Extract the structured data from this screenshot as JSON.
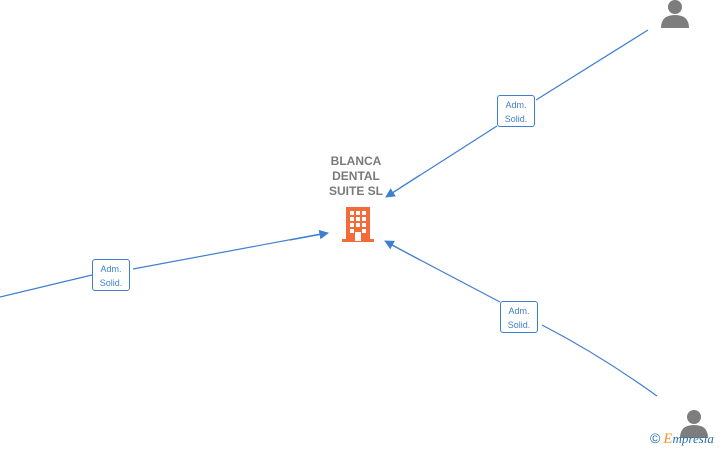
{
  "center": {
    "name": "BLANCA\nDENTAL\nSUITE  SL",
    "icon": "building-icon",
    "color": "#f26b38"
  },
  "edges": [
    {
      "id": "top-right",
      "label_line1": "Adm.",
      "label_line2": "Solid."
    },
    {
      "id": "left",
      "label_line1": "Adm.",
      "label_line2": "Solid."
    },
    {
      "id": "bottom-right",
      "label_line1": "Adm.",
      "label_line2": "Solid."
    }
  ],
  "persons": [
    {
      "id": "top-right",
      "icon": "person-icon"
    },
    {
      "id": "bottom-right",
      "icon": "person-icon"
    }
  ],
  "colors": {
    "edge": "#3f7fd0",
    "person": "#7d7d7d",
    "label_text": "#7a7a7a"
  },
  "watermark": {
    "copyright": "©",
    "brand_e": "E",
    "brand_rest": "mpresia"
  }
}
